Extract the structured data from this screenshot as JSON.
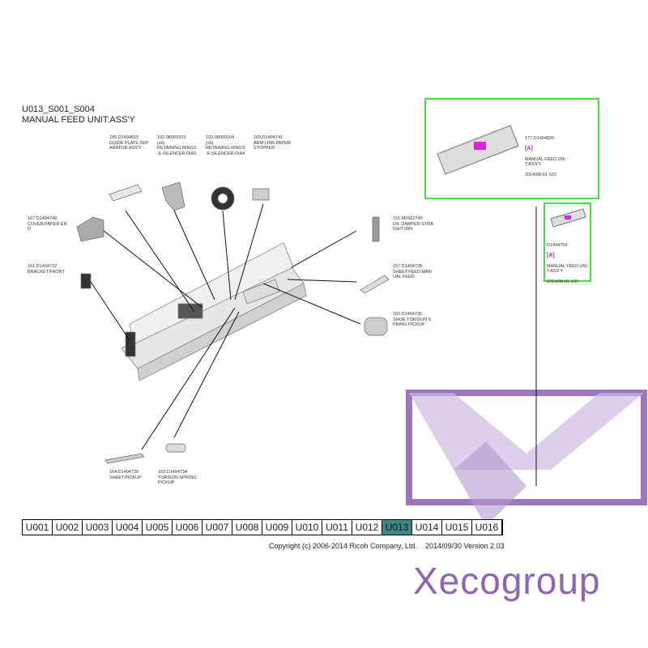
{
  "header": {
    "code": "U013_S001_S004",
    "title": "MANUAL FEED UNIT:ASS'Y"
  },
  "parts": [
    {
      "id": "185",
      "text": "185.D1494815\nGUIDE PLATE:SEP\nARATOR:ASS'Y"
    },
    {
      "id": "192",
      "text": "192.08050103\n(x6)\nRETAINING RINGS\n-E:SILENCER:DIA3"
    },
    {
      "id": "193",
      "text": "193.08050104\n(x6)\nRETAINING RINGS\n-E:SILENCER:DIA4"
    },
    {
      "id": "165",
      "text": "165.D1494741\nARM:LINK:PAPER\nSTOPPER"
    },
    {
      "id": "167",
      "text": "167.D1494749\nCOVER:PAPER EN\nD"
    },
    {
      "id": "151",
      "text": "151.D1494722\nBRACKET:FRONT"
    },
    {
      "id": "191",
      "text": "191.M0662749\nOIL DAMPER:STRA\nIGHT:30N"
    },
    {
      "id": "157",
      "text": "157.D1494728\nSHEET:FEED:MAN\nUAL FEED"
    },
    {
      "id": "160",
      "text": "160.D1494735\nSHOE:TORSION S\nPRING:PICKUP"
    },
    {
      "id": "164",
      "text": "164.D1494739\nSHEET:PICKUP"
    },
    {
      "id": "159",
      "text": "159.D1494734\nTORSION SPRING:\nPICKUP"
    }
  ],
  "assemblies": [
    {
      "number": "177.D1494826",
      "mark": "[A]",
      "name": "MANUAL FEED UNI\nT:ASS'Y",
      "date": "2014/08-01 X/O"
    },
    {
      "number": "D1494769",
      "mark": "[A]",
      "name": "MANUAL FEED UNI\nT:ASS'Y",
      "date": "2014/08-01 X/O"
    }
  ],
  "tabs": [
    "U001",
    "U002",
    "U003",
    "U004",
    "U005",
    "U006",
    "U007",
    "U008",
    "U009",
    "U010",
    "U011",
    "U012",
    "U013",
    "U014",
    "U015",
    "U016"
  ],
  "active_tab": "U013",
  "footer": {
    "copyright": "Copyright (c) 2006-2014 Ricoh Company, Ltd.",
    "version": "2014/09/30 Version 2.03"
  },
  "watermark": {
    "text": "Xecogroup",
    "color": "#7b4aa6"
  }
}
